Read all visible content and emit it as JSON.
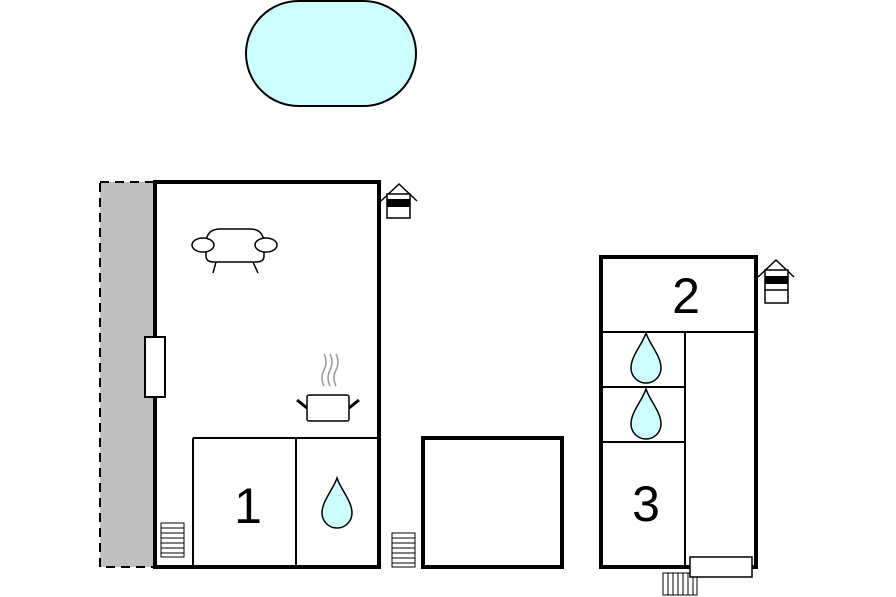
{
  "floorplan": {
    "rooms": [
      {
        "label": "1",
        "type": "bedroom"
      },
      {
        "label": "2",
        "type": "bedroom"
      },
      {
        "label": "3",
        "type": "bedroom"
      }
    ],
    "icons": [
      "pool-icon",
      "sofa-icon",
      "cooking-pot-icon",
      "water-drop-icon",
      "house-entrance-icon",
      "radiator-icon",
      "window-icon"
    ],
    "colors": {
      "water": "#ccffff",
      "terrace": "#c0c0c0",
      "walls": "#000000",
      "background": "#ffffff"
    }
  }
}
